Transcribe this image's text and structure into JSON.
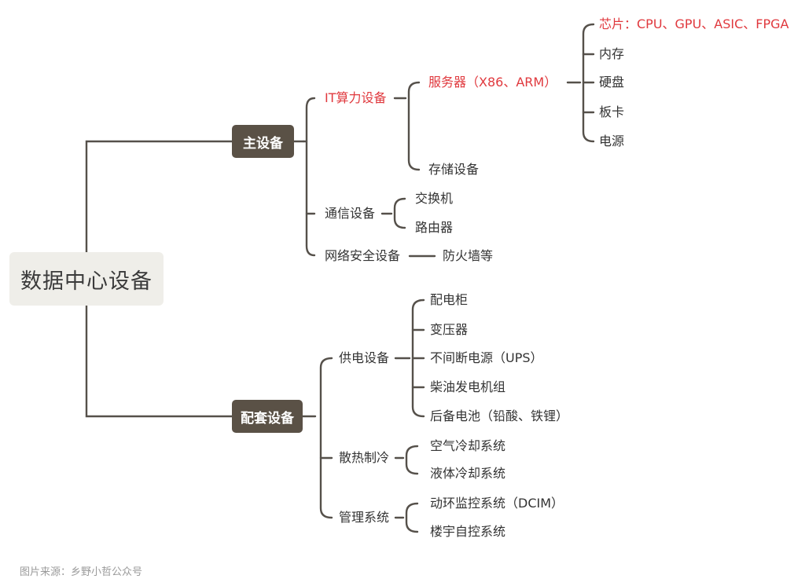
{
  "root": "数据中心设备",
  "main_device": {
    "label": "主设备",
    "it": {
      "label": "IT算力设备",
      "server": {
        "label": "服务器（X86、ARM）",
        "items": [
          "芯片：CPU、GPU、ASIC、FPGA",
          "内存",
          "硬盘",
          "板卡",
          "电源"
        ]
      },
      "storage": "存储设备"
    },
    "comm": {
      "label": "通信设备",
      "items": [
        "交换机",
        "路由器"
      ]
    },
    "security": {
      "label": "网络安全设备",
      "item": "防火墙等"
    }
  },
  "support_device": {
    "label": "配套设备",
    "power": {
      "label": "供电设备",
      "items": [
        "配电柜",
        "变压器",
        "不间断电源（UPS）",
        "柴油发电机组",
        "后备电池（铅酸、铁锂）"
      ]
    },
    "cooling": {
      "label": "散热制冷",
      "items": [
        "空气冷却系统",
        "液体冷却系统"
      ]
    },
    "mgmt": {
      "label": "管理系统",
      "items": [
        "动环监控系统（DCIM）",
        "楼宇自控系统"
      ]
    }
  },
  "caption": "图片来源：乡野小哲公众号",
  "colors": {
    "highlight": "#e0393e",
    "node_dark": "#5a5146",
    "root_bg": "#efeee9",
    "line": "#55504a"
  }
}
